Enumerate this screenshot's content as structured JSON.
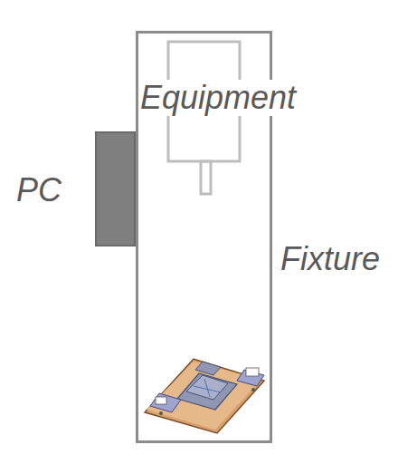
{
  "diagram": {
    "nodes": [
      {
        "text": [
          "PC"
        ]
      }
    ],
    "labels": [
      "Equipment",
      "Fixture"
    ]
  }
}
